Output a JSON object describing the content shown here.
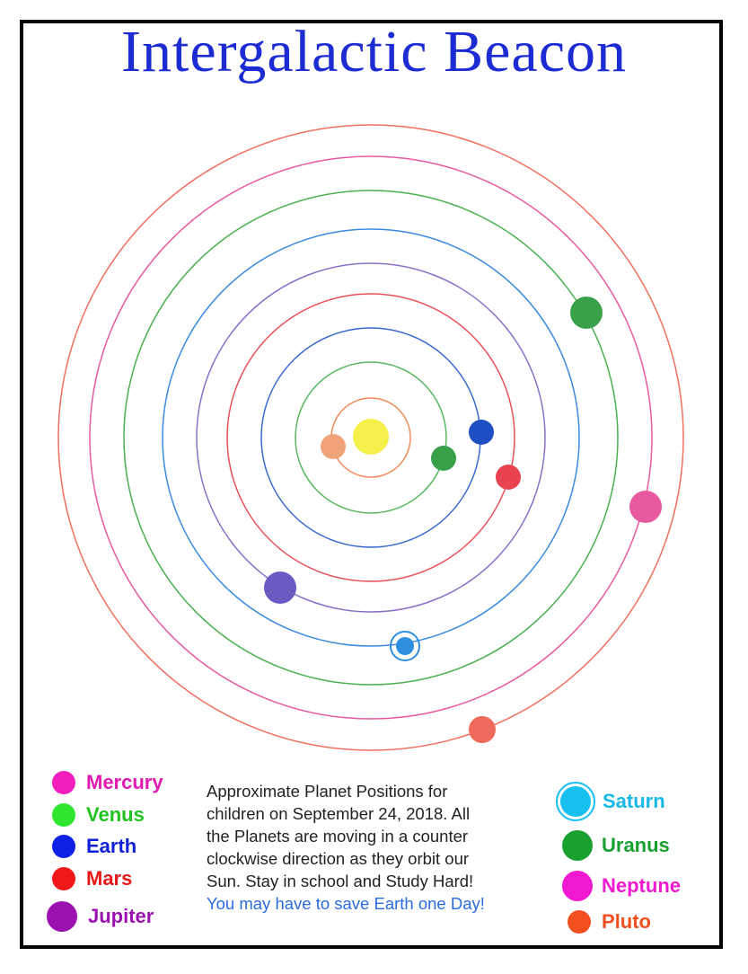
{
  "title": "Intergalactic Beacon",
  "colors": {
    "title": "#1d2bd3",
    "sun": "#f6f04a",
    "mercury": "#f0a37a",
    "venus": "#3aa04a",
    "earth": "#1f4fc4",
    "mars": "#e8434f",
    "jupiter": "#6a5bc2",
    "saturn": "#2f8fe0",
    "uranus": "#3aa04a",
    "neptune": "#e85aa0",
    "pluto": "#ef6a5a"
  },
  "orbits": [
    {
      "planet": "Mercury",
      "color": "#f08a5a"
    },
    {
      "planet": "Venus",
      "color": "#5ab860"
    },
    {
      "planet": "Earth",
      "color": "#3a6ad0"
    },
    {
      "planet": "Mars",
      "color": "#e8505a"
    },
    {
      "planet": "Jupiter",
      "color": "#8a70c8"
    },
    {
      "planet": "Saturn",
      "color": "#3a8ae0"
    },
    {
      "planet": "Uranus",
      "color": "#4ab050"
    },
    {
      "planet": "Neptune",
      "color": "#e85aa0"
    },
    {
      "planet": "Pluto",
      "color": "#f07060"
    }
  ],
  "legend_left": [
    {
      "label": "Mercury",
      "color": "#f21fbd",
      "text_color": "#e01ab0"
    },
    {
      "label": "Venus",
      "color": "#2fe62f",
      "text_color": "#1fc21f"
    },
    {
      "label": "Earth",
      "color": "#1020e6",
      "text_color": "#1020d6"
    },
    {
      "label": "Mars",
      "color": "#f01818",
      "text_color": "#e81818"
    },
    {
      "label": "Jupiter",
      "color": "#9a10b0",
      "text_color": "#9a10b0"
    }
  ],
  "legend_right": [
    {
      "label": "Saturn",
      "color": "#18c0f0",
      "text_color": "#18b8e8"
    },
    {
      "label": "Uranus",
      "color": "#18a030",
      "text_color": "#18a030"
    },
    {
      "label": "Neptune",
      "color": "#f018d0",
      "text_color": "#f018d0"
    },
    {
      "label": "Pluto",
      "color": "#f25020",
      "text_color": "#f25020"
    }
  ],
  "note": {
    "line1": "Approximate  Planet  Positions  for",
    "line2": "children on September 24, 2018. All",
    "line3": "the Planets are moving in a counter",
    "line4": "clockwise direction as they orbit our",
    "line5": "Sun.  Stay in school and Study Hard!",
    "line6": "You may have to save Earth one Day!"
  }
}
